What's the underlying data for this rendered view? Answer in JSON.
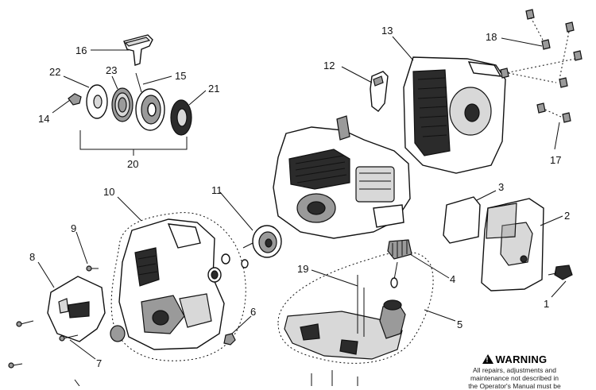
{
  "callouts": {
    "c1": "1",
    "c2": "2",
    "c3": "3",
    "c4": "4",
    "c5": "5",
    "c6": "6",
    "c7": "7",
    "c8": "8",
    "c9": "9",
    "c10": "10",
    "c11": "11",
    "c12": "12",
    "c13": "13",
    "c14": "14",
    "c15": "15",
    "c16": "16",
    "c17": "17",
    "c18": "18",
    "c19": "19",
    "c20": "20",
    "c21": "21",
    "c22": "22",
    "c23": "23"
  },
  "warning": {
    "title": "WARNING",
    "symbol": "!",
    "line1": "All repairs, adjustments and",
    "line2": "maintenance not described in",
    "line3": "the Operator's Manual must be"
  }
}
